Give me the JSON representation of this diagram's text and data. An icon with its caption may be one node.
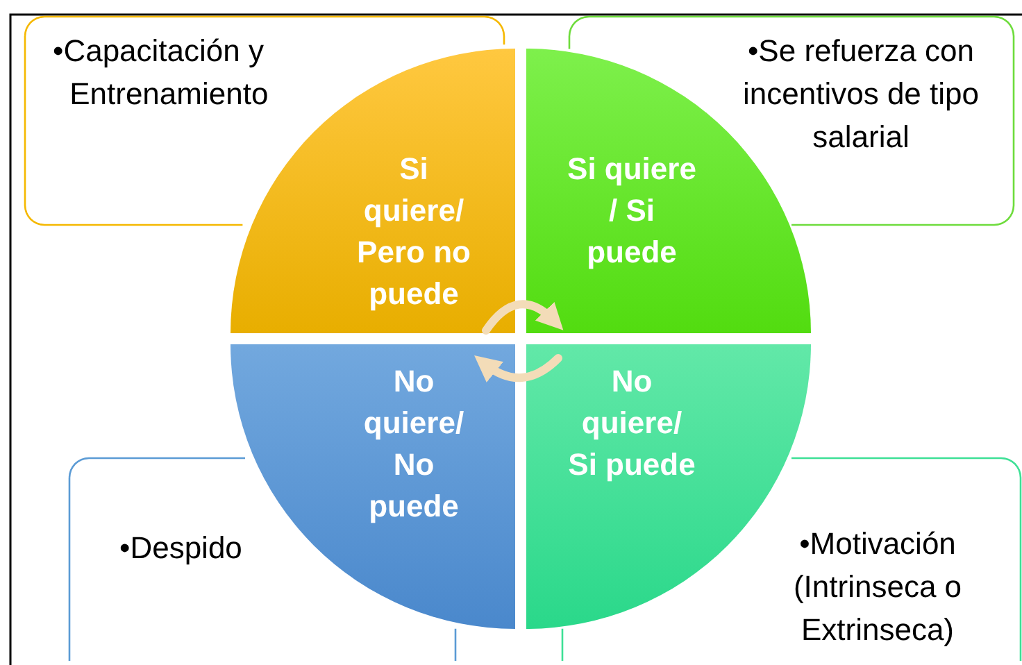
{
  "diagram": {
    "nodes": [
      {
        "text": [
          "•Capacitación y Entrenamiento"
        ]
      },
      {
        "text": [
          "•Se refuerza con incentivos de tipo salarial"
        ]
      },
      {
        "text": [
          "•Despido"
        ]
      },
      {
        "text": [
          "•Motivación (Intrinseca o Extrinseca)"
        ]
      },
      {
        "text": [
          "Si quiere/ Pero no puede"
        ]
      },
      {
        "text": [
          "Si quiere / Si puede"
        ]
      },
      {
        "text": [
          "No quiere/ No puede"
        ]
      },
      {
        "text": [
          "No quiere/ Si puede"
        ]
      }
    ],
    "edges": [
      {
        "from": 4,
        "to": 5,
        "arrow": "to"
      },
      {
        "from": 7,
        "to": 6,
        "arrow": "to"
      }
    ]
  }
}
